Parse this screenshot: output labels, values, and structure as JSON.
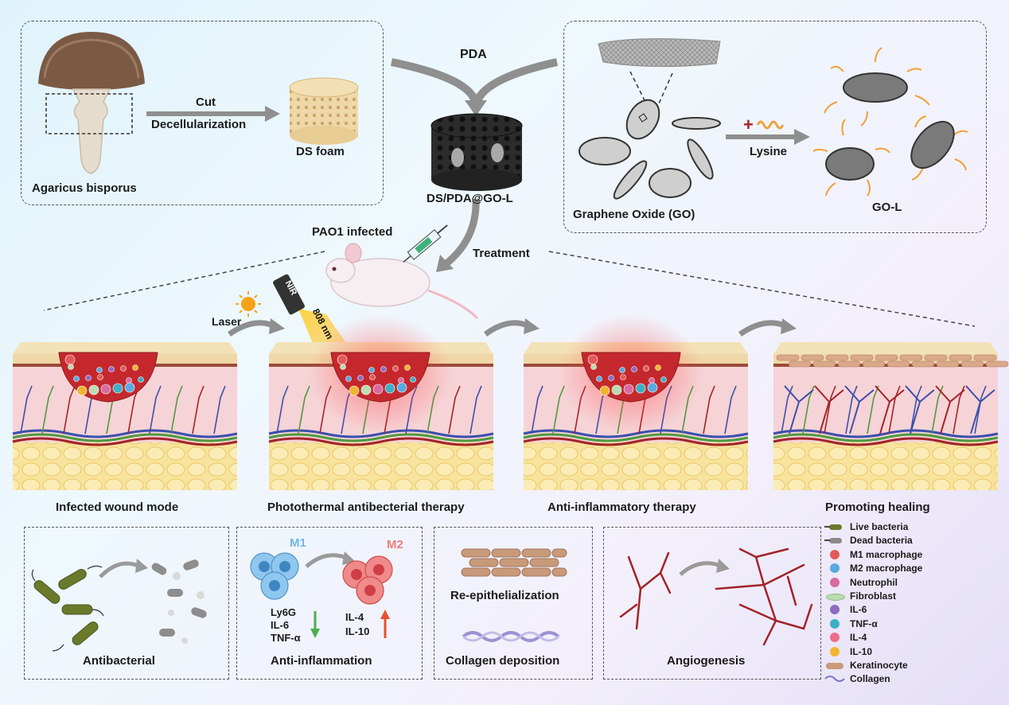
{
  "top": {
    "pda_label": "PDA",
    "mushroom_label": "Agaricus bisporus",
    "cut_label": "Cut",
    "decell_label": "Decellularization",
    "foam_label": "DS foam",
    "scaffold_label": "DS/PDA@GO-L",
    "go_label": "Graphene Oxide (GO)",
    "lysine_label": "Lysine",
    "gol_label": "GO-L"
  },
  "middle": {
    "infected_label": "PAO1 infected",
    "treatment_label": "Treatment",
    "laser_label": "Laser",
    "nir_label": "NIR",
    "wavelength_label": "808 nm"
  },
  "stages": [
    {
      "label": "Infected wound mode"
    },
    {
      "label": "Photothermal antibecterial therapy"
    },
    {
      "label": "Anti-inflammatory therapy"
    },
    {
      "label": "Promoting healing"
    }
  ],
  "effects": {
    "antibacterial": "Antibacterial",
    "m1": "M1",
    "m2": "M2",
    "down_markers": [
      "Ly6G",
      "IL-6",
      "TNF-α"
    ],
    "up_markers": [
      "IL-4",
      "IL-10"
    ],
    "anti_inflammation": "Anti-inflammation",
    "reepithelialization": "Re-epithelialization",
    "collagen_deposition": "Collagen deposition",
    "angiogenesis": "Angiogenesis"
  },
  "legend": [
    {
      "label": "Live bacteria",
      "icon": "live-bacteria-icon",
      "color": "#6b7a2a"
    },
    {
      "label": "Dead bacteria",
      "icon": "dead-bacteria-icon",
      "color": "#8a8a8a"
    },
    {
      "label": "M1 macrophage",
      "icon": "m1-macrophage-icon",
      "color": "#e35a5a"
    },
    {
      "label": "M2 macrophage",
      "icon": "m2-macrophage-icon",
      "color": "#5aa9e0"
    },
    {
      "label": "Neutrophil",
      "icon": "neutrophil-icon",
      "color": "#d86aa0"
    },
    {
      "label": "Fibroblast",
      "icon": "fibroblast-icon",
      "color": "#b9dcb0"
    },
    {
      "label": "IL-6",
      "icon": "il6-icon",
      "color": "#8e6cc2"
    },
    {
      "label": "TNF-α",
      "icon": "tnf-icon",
      "color": "#3eb0c4"
    },
    {
      "label": "IL-4",
      "icon": "il4-icon",
      "color": "#ee6d8a"
    },
    {
      "label": "IL-10",
      "icon": "il10-icon",
      "color": "#f0b531"
    },
    {
      "label": "Keratinocyte",
      "icon": "keratinocyte-icon",
      "color": "#c89a7a"
    },
    {
      "label": "Collagen",
      "icon": "collagen-icon",
      "color": "#7a74c4"
    }
  ]
}
